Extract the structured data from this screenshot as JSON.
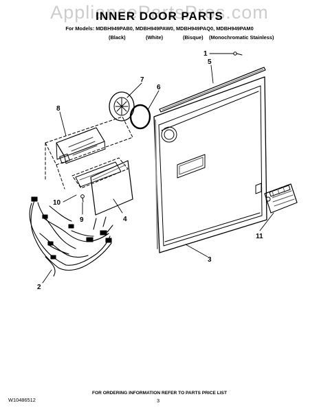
{
  "header": {
    "title": "INNER DOOR PARTS",
    "models_line": "For Models: MDBH949PAB0, MDBH949PAW0, MDBH949PAQ0, MDBH949PAM0",
    "variants": [
      "(Black)",
      "(White)",
      "(Bisque)",
      "(Monochromatic Stainless)"
    ]
  },
  "watermark": "AppliancePartsPros.com",
  "callouts": [
    "1",
    "2",
    "3",
    "4",
    "5",
    "6",
    "7",
    "8",
    "9",
    "10",
    "11"
  ],
  "footer": {
    "note": "FOR ORDERING INFORMATION REFER TO PARTS PRICE LIST",
    "part_code": "W10486512",
    "page_number": "3"
  }
}
